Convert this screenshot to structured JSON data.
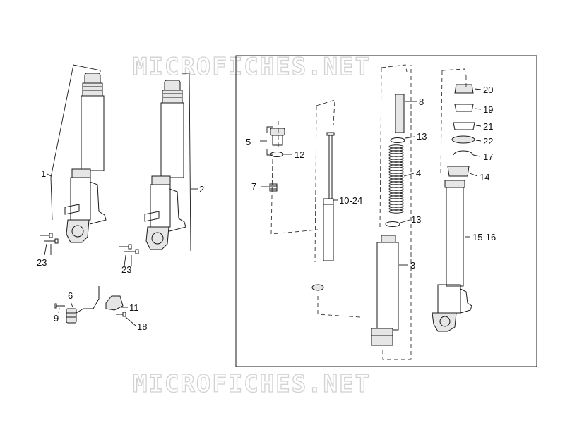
{
  "watermark": {
    "top": "MICROFICHES.NET",
    "bottom": "MICROFICHES.NET"
  },
  "callouts": {
    "c1": "1",
    "c2": "2",
    "c3": "3",
    "c4": "4",
    "c5": "5",
    "c6": "6",
    "c7": "7",
    "c8": "8",
    "c9": "9",
    "c10_24": "10-24",
    "c11": "11",
    "c12": "12",
    "c13a": "13",
    "c13b": "13",
    "c14": "14",
    "c15_16": "15-16",
    "c17": "17",
    "c18": "18",
    "c19": "19",
    "c20": "20",
    "c21": "21",
    "c22": "22",
    "c23a": "23",
    "c23b": "23"
  },
  "colors": {
    "line": "#1a1a1a",
    "watermark": "#d2d2d2",
    "background": "#ffffff"
  }
}
